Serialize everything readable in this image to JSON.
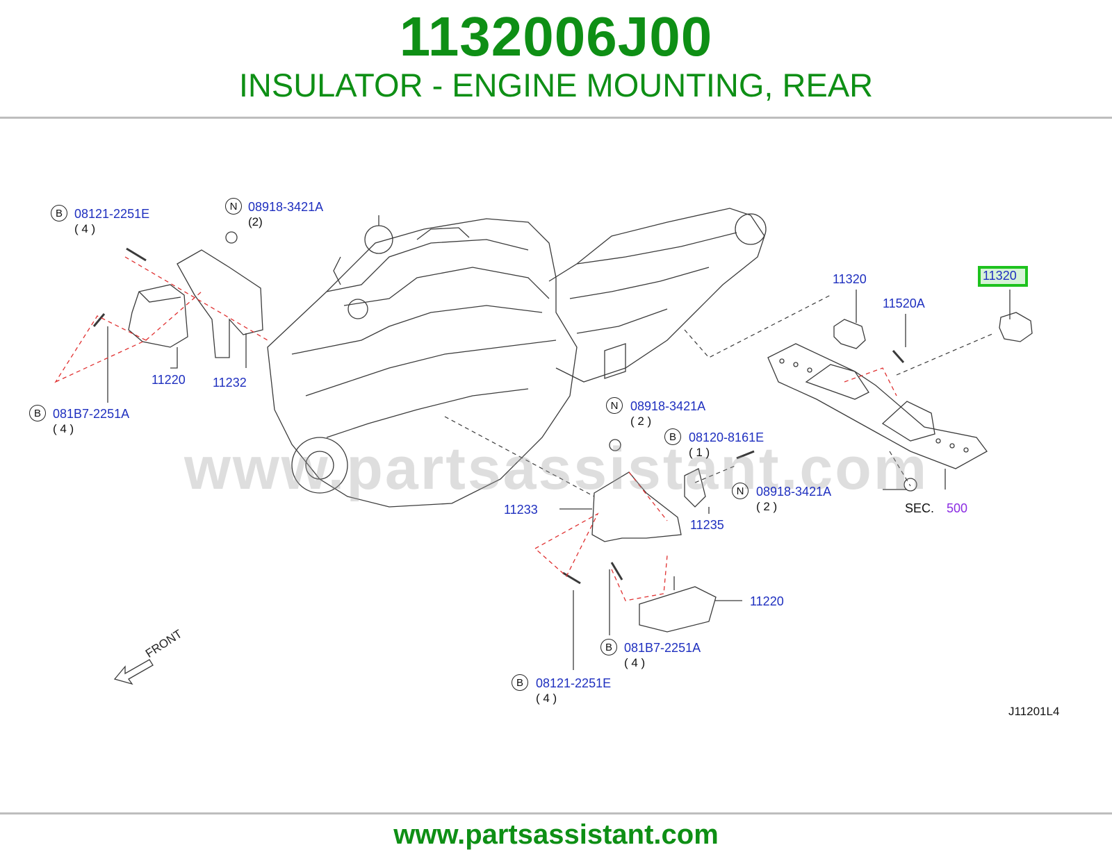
{
  "header": {
    "part_number": "1132006J00",
    "title": "INSULATOR - ENGINE MOUNTING, REAR"
  },
  "footer": {
    "url": "www.partsassistant.com"
  },
  "watermark": "www.partsassistant.com",
  "diagram_code": "J11201L4",
  "front_label": "FRONT",
  "section_ref": {
    "prefix": "SEC.",
    "number": "500"
  },
  "colors": {
    "brand_green": "#0e8f15",
    "highlight_green": "#1ec21e",
    "part_link_blue": "#1e2fbf",
    "section_purple": "#8a2be2",
    "leader_red": "#e03030"
  },
  "callouts": [
    {
      "id": "c1",
      "symbol": "B",
      "part": "08121-2251E",
      "qty": "( 4 )"
    },
    {
      "id": "c2",
      "symbol": "N",
      "part": "08918-3421A",
      "qty": "(2)"
    },
    {
      "id": "c3",
      "symbol": "B",
      "part": "081B7-2251A",
      "qty": "( 4 )"
    },
    {
      "id": "c4",
      "symbol": "N",
      "part": "08918-3421A",
      "qty": "( 2 )"
    },
    {
      "id": "c5",
      "symbol": "B",
      "part": "08120-8161E",
      "qty": "( 1 )"
    },
    {
      "id": "c6",
      "symbol": "N",
      "part": "08918-3421A",
      "qty": "( 2 )"
    },
    {
      "id": "c7",
      "symbol": "B",
      "part": "081B7-2251A",
      "qty": "( 4 )"
    },
    {
      "id": "c8",
      "symbol": "B",
      "part": "08121-2251E",
      "qty": "( 4 )"
    }
  ],
  "part_labels": {
    "p11220_left": "11220",
    "p11232": "11232",
    "p11320_center": "11320",
    "p11520A": "11520A",
    "p11320_highlight": "11320",
    "p11233": "11233",
    "p11235": "11235",
    "p11220_bottom": "11220"
  }
}
